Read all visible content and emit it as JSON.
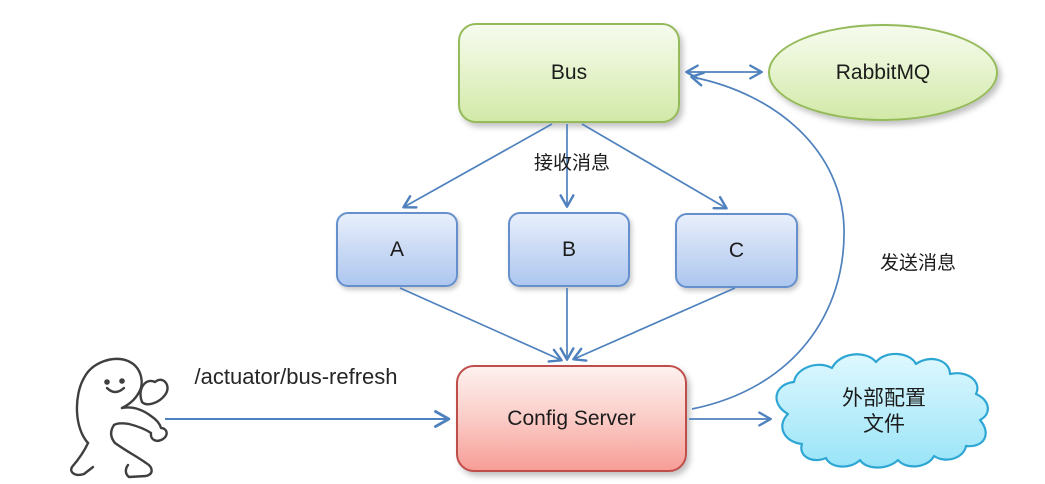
{
  "diagram": {
    "nodes": {
      "bus": {
        "label": "Bus"
      },
      "rabbitmq": {
        "label": "RabbitMQ"
      },
      "service_a": {
        "label": "A"
      },
      "service_b": {
        "label": "B"
      },
      "service_c": {
        "label": "C"
      },
      "config_server": {
        "label": "Config Server"
      },
      "external_config": {
        "label": "外部配置\n文件"
      }
    },
    "labels": {
      "receive_message": "接收消息",
      "send_message": "发送消息",
      "refresh_endpoint": "/actuator/bus-refresh"
    },
    "colors": {
      "arrow": "#4e81bd",
      "green_fill_top": "#f6fbee",
      "green_fill_bottom": "#d2e9a8",
      "green_border": "#94ba59",
      "blue_fill_top": "#e8effb",
      "blue_fill_bottom": "#adc7ef",
      "blue_border": "#6590cd",
      "red_fill_top": "#fdf1ef",
      "red_fill_bottom": "#f79e97",
      "red_border": "#bf4e4a",
      "cloud_fill_top": "#dff8fe",
      "cloud_fill_bottom": "#99e4f8",
      "cloud_border": "#2ea6d4",
      "sketch_stroke": "#3f3f3f",
      "text": "#1c1c1c"
    }
  }
}
